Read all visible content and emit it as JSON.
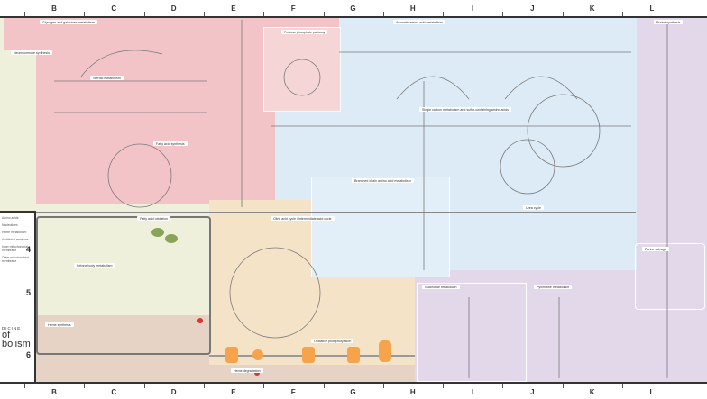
{
  "columns": [
    "B",
    "C",
    "D",
    "E",
    "F",
    "G",
    "H",
    "I",
    "J",
    "K",
    "L"
  ],
  "rows": [
    "4",
    "5",
    "6"
  ],
  "sections": {
    "glycogen": "Glycogen and galactose metabolism",
    "pentose": "Pentose phosphate pathway",
    "aromatic": "Aromatic amino acid metabolism",
    "purine": "Purine synthesis",
    "single_carbon": "Single carbon metabolism and sulfur-containing amino acids",
    "branched": "Branched chain amino acid metabolism",
    "fatty_synth": "Fatty acid synthesis",
    "fatty_ox": "Fatty acid oxidation",
    "citric": "Citric acid cycle / intermediate acid cycle",
    "urea": "Urea cycle",
    "oxphos": "Oxidative phosphorylation",
    "heme_deg": "Heme degradation",
    "heme_syn": "Heme synthesis",
    "neuro": "Neurohormone synthesis",
    "steroid": "Steroid metabolism",
    "pyrimidine": "Pyrimidine metabolism",
    "nucleotide": "Nucleotide breakdown",
    "salvage": "Purine salvage",
    "ketone": "Ketone body metabolism"
  },
  "legend": {
    "items": [
      "Amino acids",
      "Nucleotides",
      "Heme metabolism",
      "Additional reactions",
      "Inner mitochondrial membrane",
      "Outer mitochondrial membrane"
    ],
    "brand_top": "DICINE",
    "brand_mid": "of",
    "brand_bottom": "bolism"
  },
  "colors": {
    "carbohydrate": "#f3c4c7",
    "lipid": "#eef0dc",
    "amino_acid": "#dcebf6",
    "energy": "#f5e3c8",
    "nucleotide": "#e2d8ea",
    "heme": "#e7d3c5",
    "cofactor": "#f6a34b"
  }
}
